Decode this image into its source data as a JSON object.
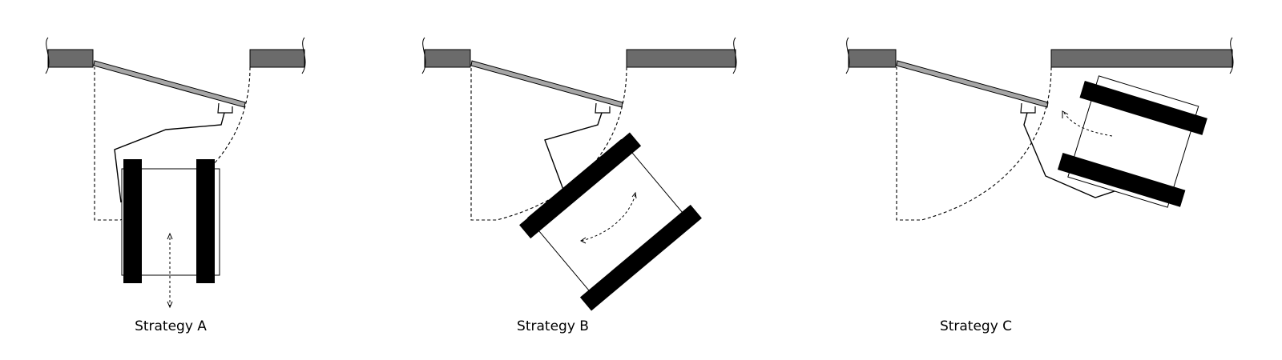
{
  "captions": {
    "a": "Strategy A",
    "b": "Strategy B",
    "c": "Strategy C"
  },
  "colors": {
    "wall": "#6b6b6b",
    "door": "#a6a6a6",
    "wheel": "#000000",
    "outline": "#000000",
    "background": "#ffffff"
  }
}
